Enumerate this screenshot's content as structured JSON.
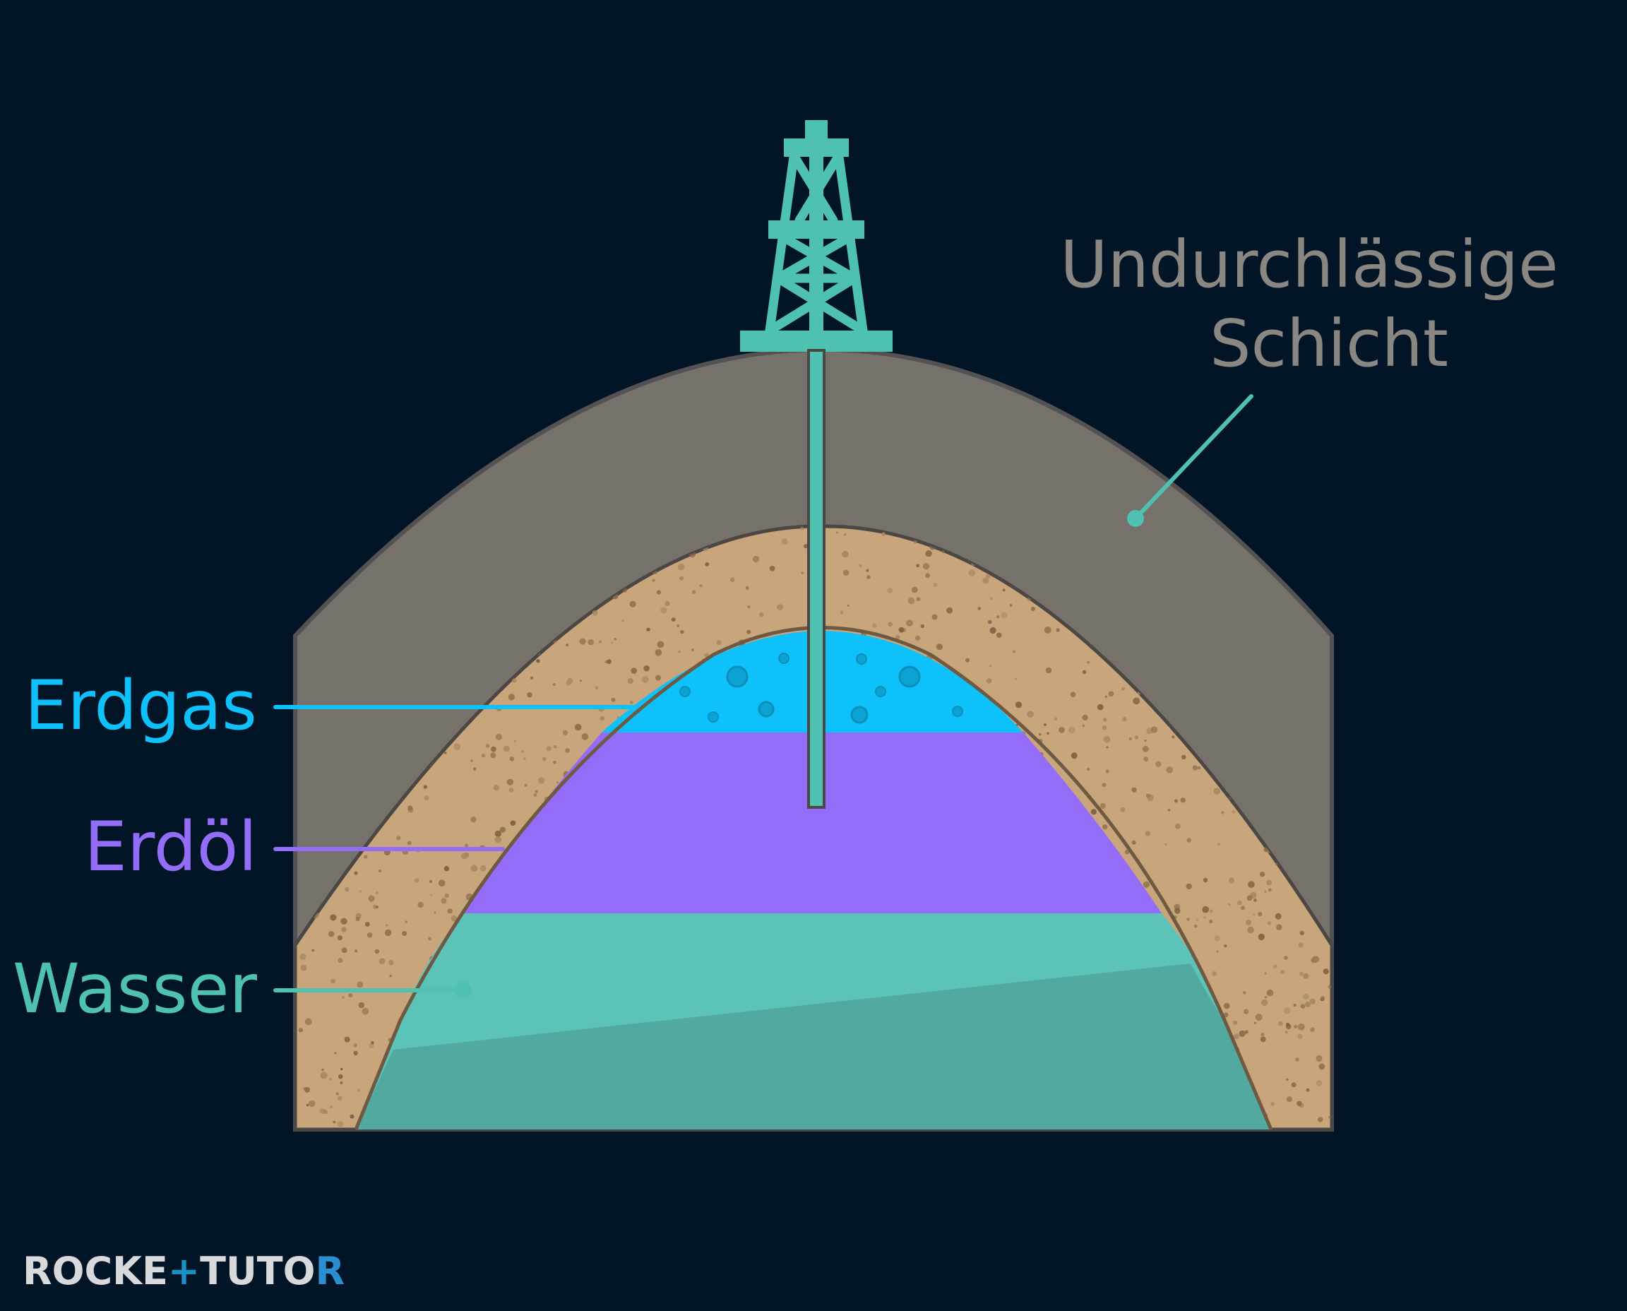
{
  "labels": {
    "caprock_line1": "Undurchlässige",
    "caprock_line2": "Schicht",
    "gas": "Erdgas",
    "oil": "Erdöl",
    "water": "Wasser"
  },
  "logo": {
    "part1": "ROCKE",
    "part2": "TUTO",
    "part3": "R"
  },
  "colors": {
    "background": "#021526",
    "caprock": "#77716b",
    "sandstone": "#c9a57b",
    "gas": "#0fc1fa",
    "oil": "#936cf7",
    "water": "#5cc3b8",
    "water_dark": "#52a9a0",
    "rig": "#4ec1b0",
    "caprock_label": "#8a8682"
  }
}
